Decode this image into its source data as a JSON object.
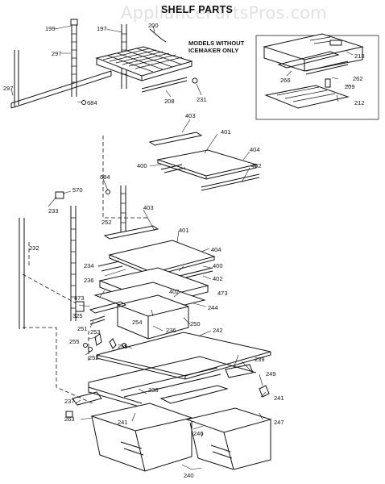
{
  "diagram": {
    "title": "SHELF PARTS",
    "watermark": "AppliancePartsPros.com",
    "inset_note_line1": "MODELS WITHOUT",
    "inset_note_line2": "ICEMAKER ONLY",
    "labels": [
      {
        "id": "l199",
        "text": "199"
      },
      {
        "id": "l197",
        "text": "197"
      },
      {
        "id": "l200",
        "text": "200"
      },
      {
        "id": "l297a",
        "text": "297"
      },
      {
        "id": "l297b",
        "text": "297"
      },
      {
        "id": "l684a",
        "text": "684"
      },
      {
        "id": "l208",
        "text": "208"
      },
      {
        "id": "l231",
        "text": "231"
      },
      {
        "id": "l213",
        "text": "213"
      },
      {
        "id": "l266",
        "text": "266"
      },
      {
        "id": "l262",
        "text": "262"
      },
      {
        "id": "l209",
        "text": "209"
      },
      {
        "id": "l212",
        "text": "212"
      },
      {
        "id": "l403a",
        "text": "403"
      },
      {
        "id": "l401a",
        "text": "401"
      },
      {
        "id": "l404a",
        "text": "404"
      },
      {
        "id": "l400a",
        "text": "400"
      },
      {
        "id": "l402a",
        "text": "402"
      },
      {
        "id": "l684b",
        "text": "684"
      },
      {
        "id": "l570",
        "text": "570"
      },
      {
        "id": "l233",
        "text": "233"
      },
      {
        "id": "l403b",
        "text": "403"
      },
      {
        "id": "l252",
        "text": "252"
      },
      {
        "id": "l401b",
        "text": "401"
      },
      {
        "id": "l232",
        "text": "232"
      },
      {
        "id": "l404b",
        "text": "404"
      },
      {
        "id": "l234",
        "text": "234"
      },
      {
        "id": "l400b",
        "text": "400"
      },
      {
        "id": "l236",
        "text": "236"
      },
      {
        "id": "l402b",
        "text": "402"
      },
      {
        "id": "l402c",
        "text": "402"
      },
      {
        "id": "l473a",
        "text": "473"
      },
      {
        "id": "l473b",
        "text": "473"
      },
      {
        "id": "l244",
        "text": "244"
      },
      {
        "id": "l325",
        "text": "325"
      },
      {
        "id": "l254",
        "text": "254"
      },
      {
        "id": "l250",
        "text": "250"
      },
      {
        "id": "l251",
        "text": "251"
      },
      {
        "id": "l236b",
        "text": "236"
      },
      {
        "id": "l253",
        "text": "253"
      },
      {
        "id": "l242",
        "text": "242"
      },
      {
        "id": "l255a",
        "text": "255"
      },
      {
        "id": "l255b",
        "text": "255"
      },
      {
        "id": "l252b",
        "text": "252"
      },
      {
        "id": "l239",
        "text": "239"
      },
      {
        "id": "l249",
        "text": "249"
      },
      {
        "id": "l238",
        "text": "238"
      },
      {
        "id": "l237",
        "text": "237"
      },
      {
        "id": "l241a",
        "text": "241"
      },
      {
        "id": "l263",
        "text": "263"
      },
      {
        "id": "l241b",
        "text": "241"
      },
      {
        "id": "l246",
        "text": "246"
      },
      {
        "id": "l247",
        "text": "247"
      },
      {
        "id": "l240",
        "text": "240"
      }
    ]
  }
}
